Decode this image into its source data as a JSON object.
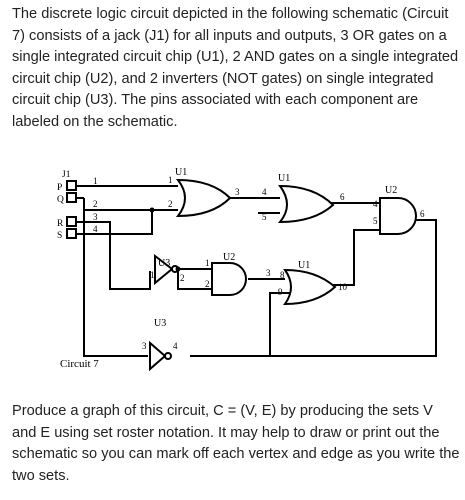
{
  "intro_text": "The discrete logic circuit depicted in the following schematic (Circuit 7) consists of a jack (J1) for all inputs and outputs, 3 OR gates on a single integrated circuit chip (U1), 2 AND gates on a single integrated circuit chip (U2), and 2 inverters (NOT gates) on single integrated circuit chip (U3). The pins associated with each component are labeled on the schematic.",
  "outro_text": "Produce a graph of this circuit, C = (V, E) by producing the sets V and E using set roster notation. It may help to draw or print out the schematic so you can mark off each vertex and edge as you write the two sets.",
  "circuit": {
    "caption": "Circuit 7",
    "jack": {
      "name": "J1",
      "inputs": [
        "P",
        "Q",
        "R",
        "S"
      ],
      "pins": [
        "1",
        "2",
        "3",
        "4"
      ]
    },
    "chips": {
      "or_chip": "U1",
      "and_chip": "U2",
      "inverter_chip": "U3"
    },
    "gates": [
      {
        "id": "or-a",
        "chip": "U1",
        "pins": [
          "1",
          "2",
          "3"
        ]
      },
      {
        "id": "or-b",
        "chip": "U1",
        "pins": [
          "4",
          "5",
          "6"
        ]
      },
      {
        "id": "and-a",
        "chip": "U2",
        "pins": [
          "4",
          "5",
          "6"
        ]
      },
      {
        "id": "not-a",
        "chip": "U3",
        "pins": [
          "1",
          "2"
        ]
      },
      {
        "id": "and-b",
        "chip": "U2",
        "pins": [
          "1",
          "2",
          "3"
        ]
      },
      {
        "id": "or-c",
        "chip": "U1",
        "pins": [
          "8",
          "9",
          "10"
        ]
      },
      {
        "id": "not-b",
        "chip": "U3",
        "pins": [
          "3",
          "4"
        ]
      }
    ]
  }
}
